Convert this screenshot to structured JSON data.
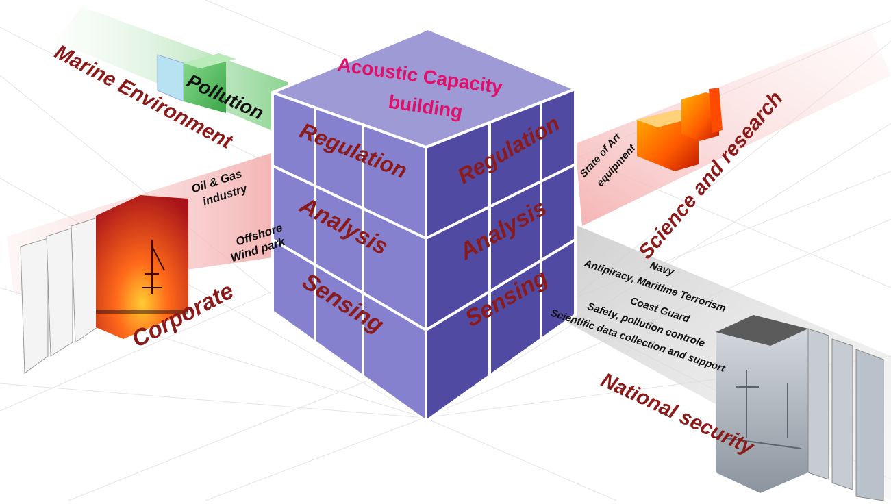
{
  "cube": {
    "top_line1": "Acoustic Capacity",
    "top_line2": "building",
    "left_face": {
      "row1": "Regulation",
      "row2": "Analysis",
      "row3": "Sensing"
    },
    "right_face": {
      "row1": "Regulation",
      "row2": "Analysis",
      "row3": "Sensing"
    }
  },
  "branches": {
    "marine": {
      "title": "Marine Environment",
      "block_label": "Pollution"
    },
    "corporate": {
      "title": "Corporate",
      "item1_line1": "Oil & Gas",
      "item1_line2": "industry",
      "item2_line1": "Offshore",
      "item2_line2": "Wind park"
    },
    "science": {
      "title": "Science and research",
      "item_line1": "State of Art",
      "item_line2": "equipment"
    },
    "security": {
      "title": "National security",
      "lines": [
        "Navy",
        "Antipiracy, Maritime Terrorism",
        "Coast Guard",
        "Safety, pollution controle",
        "Scientific data collection and support"
      ]
    }
  },
  "colors": {
    "cube_top": "#9e9ad6",
    "cube_left": "#7f7acd",
    "cube_right": "#4b459c",
    "cube_label": "#8b1a1a",
    "top_label": "#e0106a",
    "branch_title": "#8b1a1a",
    "marine_beam": "#9fd89f",
    "corporate_beam": "#f4b7b7",
    "science_beam": "#f6c4c4",
    "security_beam": "#d9d9d9"
  }
}
